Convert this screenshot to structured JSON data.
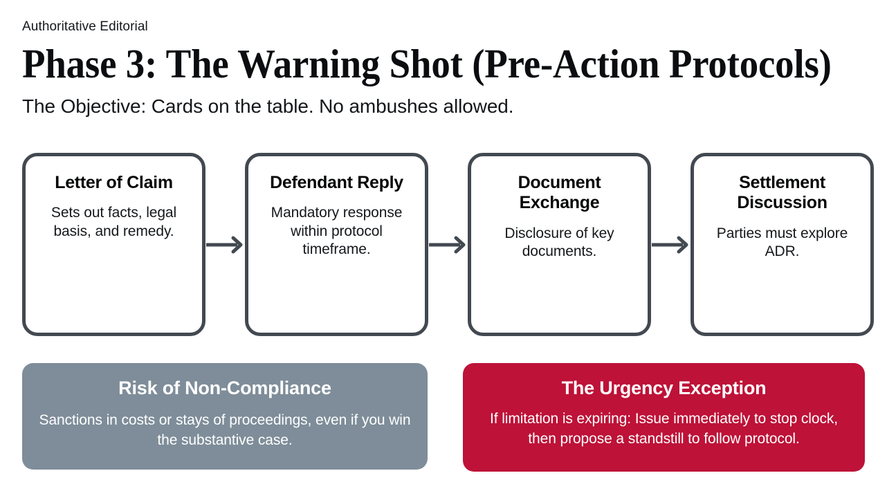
{
  "header": {
    "eyebrow": "Authoritative Editorial",
    "title": "Phase 3: The Warning Shot (Pre-Action Protocols)",
    "subtitle": "The Objective: Cards on the table. No ambushes allowed."
  },
  "flow": {
    "arrow_icon": "arrow-right-icon",
    "steps": [
      {
        "title": "Letter of Claim",
        "body": "Sets out facts, legal basis, and remedy."
      },
      {
        "title": "Defendant Reply",
        "body": "Mandatory response within protocol timeframe."
      },
      {
        "title": "Document Exchange",
        "body": "Disclosure of key documents."
      },
      {
        "title": "Settlement Discussion",
        "body": "Parties must explore ADR."
      }
    ]
  },
  "panels": [
    {
      "title": "Risk of Non-Compliance",
      "body": "Sanctions in costs or stays of proceedings, even if you win the substantive case.",
      "color": "#7e8d99"
    },
    {
      "title": "The Urgency Exception",
      "body": "If limitation is expiring: Issue immediately to stop clock, then propose a standstill to follow protocol.",
      "color": "#be1238"
    }
  ],
  "colors": {
    "card_border": "#434951",
    "connector": "#434951",
    "page_background": "#ffffff",
    "text_primary": "#0b0d10"
  }
}
